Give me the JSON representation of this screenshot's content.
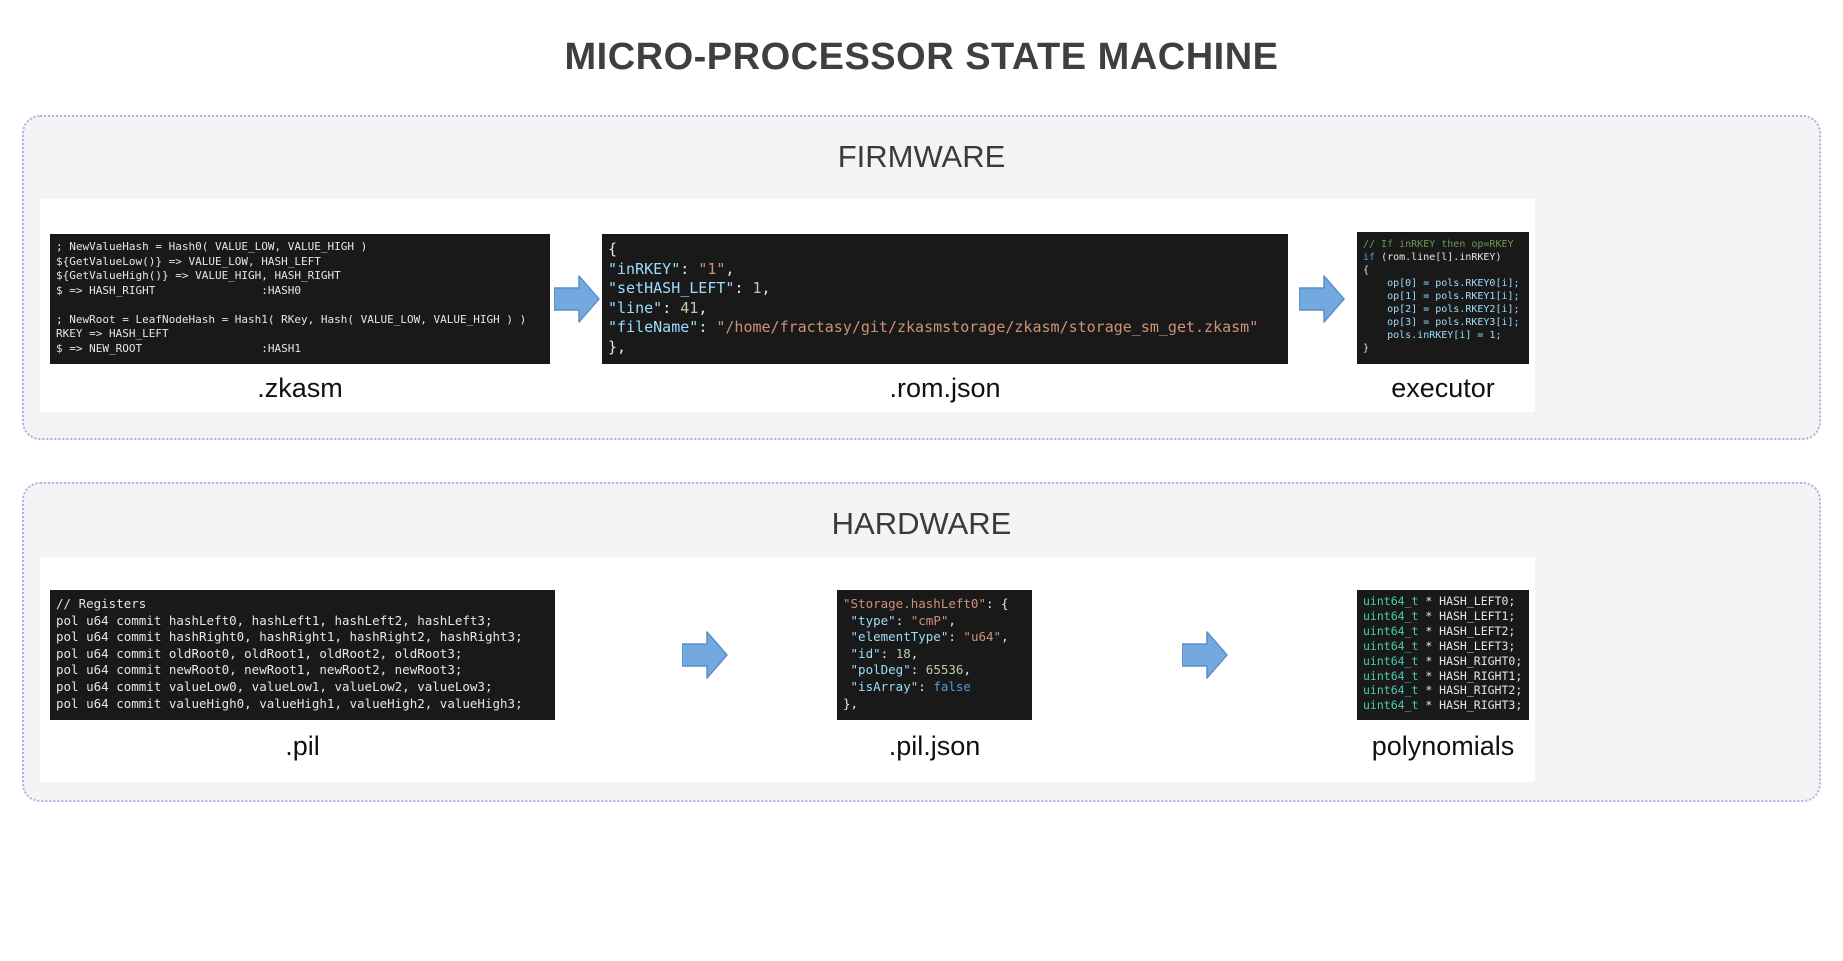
{
  "title": "MICRO-PROCESSOR STATE MACHINE",
  "colors": {
    "plain": "#e6e6e6",
    "key": "#9cdcfe",
    "string": "#ce9178",
    "number": "#b5cea8",
    "keyword": "#569cd6",
    "comment": "#6a9955",
    "type": "#4ec9b0",
    "code_background": "#191919",
    "panel_background": "#f4f4f6",
    "panel_border": "#aab4e0",
    "arrow_fill": "#74a9e0",
    "arrow_stroke": "#5a8fc8"
  },
  "firmware": {
    "label": "FIRMWARE",
    "zkasm": {
      "caption": ".zkasm",
      "lines": [
        [
          {
            "t": "; NewValueHash = Hash0( VALUE_LOW, VALUE_HIGH )",
            "c": "plain"
          }
        ],
        [
          {
            "t": "${GetValueLow()} => VALUE_LOW, HASH_LEFT",
            "c": "plain"
          }
        ],
        [
          {
            "t": "${GetValueHigh()} => VALUE_HIGH, HASH_RIGHT",
            "c": "plain"
          }
        ],
        [
          {
            "t": "$ => HASH_RIGHT                :HASH0",
            "c": "plain"
          }
        ],
        [],
        [
          {
            "t": "; NewRoot = LeafNodeHash = Hash1( RKey, Hash( VALUE_LOW, VALUE_HIGH ) )",
            "c": "plain"
          }
        ],
        [
          {
            "t": "RKEY => HASH_LEFT",
            "c": "plain"
          }
        ],
        [
          {
            "t": "$ => NEW_ROOT                  :HASH1",
            "c": "plain"
          }
        ]
      ]
    },
    "rom_json": {
      "caption": ".rom.json",
      "lines": [
        [
          {
            "t": "{",
            "c": "plain"
          }
        ],
        [
          {
            "t": "\"inRKEY\"",
            "c": "key"
          },
          {
            "t": ": ",
            "c": "plain"
          },
          {
            "t": "\"1\"",
            "c": "string"
          },
          {
            "t": ",",
            "c": "plain"
          }
        ],
        [
          {
            "t": "\"setHASH_LEFT\"",
            "c": "key"
          },
          {
            "t": ": ",
            "c": "plain"
          },
          {
            "t": "1",
            "c": "number"
          },
          {
            "t": ",",
            "c": "plain"
          }
        ],
        [
          {
            "t": "\"line\"",
            "c": "key"
          },
          {
            "t": ": ",
            "c": "plain"
          },
          {
            "t": "41",
            "c": "number"
          },
          {
            "t": ",",
            "c": "plain"
          }
        ],
        [
          {
            "t": "\"fileName\"",
            "c": "key"
          },
          {
            "t": ": ",
            "c": "plain"
          },
          {
            "t": "\"/home/fractasy/git/zkasmstorage/zkasm/storage_sm_get.zkasm\"",
            "c": "string"
          }
        ],
        [
          {
            "t": "},",
            "c": "plain"
          }
        ]
      ]
    },
    "executor": {
      "caption": "executor",
      "lines": [
        [
          {
            "t": "// If inRKEY then op=RKEY",
            "c": "comment"
          }
        ],
        [
          {
            "t": "if ",
            "c": "keyword"
          },
          {
            "t": "(rom.line[l].inRKEY)",
            "c": "plain"
          }
        ],
        [
          {
            "t": "{",
            "c": "plain"
          }
        ],
        [
          {
            "t": "    op[0] = pols.RKEY0[i];",
            "c": "key"
          }
        ],
        [
          {
            "t": "    op[1] = pols.RKEY1[i];",
            "c": "key"
          }
        ],
        [
          {
            "t": "    op[2] = pols.RKEY2[i];",
            "c": "key"
          }
        ],
        [
          {
            "t": "    op[3] = pols.RKEY3[i];",
            "c": "key"
          }
        ],
        [
          {
            "t": "    pols.inRKEY[i] = 1;",
            "c": "key"
          }
        ],
        [
          {
            "t": "}",
            "c": "plain"
          }
        ]
      ]
    }
  },
  "hardware": {
    "label": "HARDWARE",
    "pil": {
      "caption": ".pil",
      "lines": [
        [
          {
            "t": "// Registers",
            "c": "plain"
          }
        ],
        [
          {
            "t": "pol u64 commit hashLeft0, hashLeft1, hashLeft2, hashLeft3;",
            "c": "plain"
          }
        ],
        [
          {
            "t": "pol u64 commit hashRight0, hashRight1, hashRight2, hashRight3;",
            "c": "plain"
          }
        ],
        [
          {
            "t": "pol u64 commit oldRoot0, oldRoot1, oldRoot2, oldRoot3;",
            "c": "plain"
          }
        ],
        [
          {
            "t": "pol u64 commit newRoot0, newRoot1, newRoot2, newRoot3;",
            "c": "plain"
          }
        ],
        [
          {
            "t": "pol u64 commit valueLow0, valueLow1, valueLow2, valueLow3;",
            "c": "plain"
          }
        ],
        [
          {
            "t": "pol u64 commit valueHigh0, valueHigh1, valueHigh2, valueHigh3;",
            "c": "plain"
          }
        ]
      ]
    },
    "pil_json": {
      "caption": ".pil.json",
      "lines": [
        [
          {
            "t": "\"Storage.hashLeft0\"",
            "c": "string"
          },
          {
            "t": ": {",
            "c": "plain"
          }
        ],
        [
          {
            "t": " \"type\"",
            "c": "key"
          },
          {
            "t": ": ",
            "c": "plain"
          },
          {
            "t": "\"cmP\"",
            "c": "string"
          },
          {
            "t": ",",
            "c": "plain"
          }
        ],
        [
          {
            "t": " \"elementType\"",
            "c": "key"
          },
          {
            "t": ": ",
            "c": "plain"
          },
          {
            "t": "\"u64\"",
            "c": "string"
          },
          {
            "t": ",",
            "c": "plain"
          }
        ],
        [
          {
            "t": " \"id\"",
            "c": "key"
          },
          {
            "t": ": ",
            "c": "plain"
          },
          {
            "t": "18",
            "c": "number"
          },
          {
            "t": ",",
            "c": "plain"
          }
        ],
        [
          {
            "t": " \"polDeg\"",
            "c": "key"
          },
          {
            "t": ": ",
            "c": "plain"
          },
          {
            "t": "65536",
            "c": "number"
          },
          {
            "t": ",",
            "c": "plain"
          }
        ],
        [
          {
            "t": " \"isArray\"",
            "c": "key"
          },
          {
            "t": ": ",
            "c": "plain"
          },
          {
            "t": "false",
            "c": "keyword"
          }
        ],
        [
          {
            "t": "},",
            "c": "plain"
          }
        ]
      ]
    },
    "polynomials": {
      "caption": "polynomials",
      "lines": [
        [
          {
            "t": "uint64_t",
            "c": "type"
          },
          {
            "t": " * HASH_LEFT0;",
            "c": "plain"
          }
        ],
        [
          {
            "t": "uint64_t",
            "c": "type"
          },
          {
            "t": " * HASH_LEFT1;",
            "c": "plain"
          }
        ],
        [
          {
            "t": "uint64_t",
            "c": "type"
          },
          {
            "t": " * HASH_LEFT2;",
            "c": "plain"
          }
        ],
        [
          {
            "t": "uint64_t",
            "c": "type"
          },
          {
            "t": " * HASH_LEFT3;",
            "c": "plain"
          }
        ],
        [
          {
            "t": "uint64_t",
            "c": "type"
          },
          {
            "t": " * HASH_RIGHT0;",
            "c": "plain"
          }
        ],
        [
          {
            "t": "uint64_t",
            "c": "type"
          },
          {
            "t": " * HASH_RIGHT1;",
            "c": "plain"
          }
        ],
        [
          {
            "t": "uint64_t",
            "c": "type"
          },
          {
            "t": " * HASH_RIGHT2;",
            "c": "plain"
          }
        ],
        [
          {
            "t": "uint64_t",
            "c": "type"
          },
          {
            "t": " * HASH_RIGHT3;",
            "c": "plain"
          }
        ]
      ]
    }
  }
}
